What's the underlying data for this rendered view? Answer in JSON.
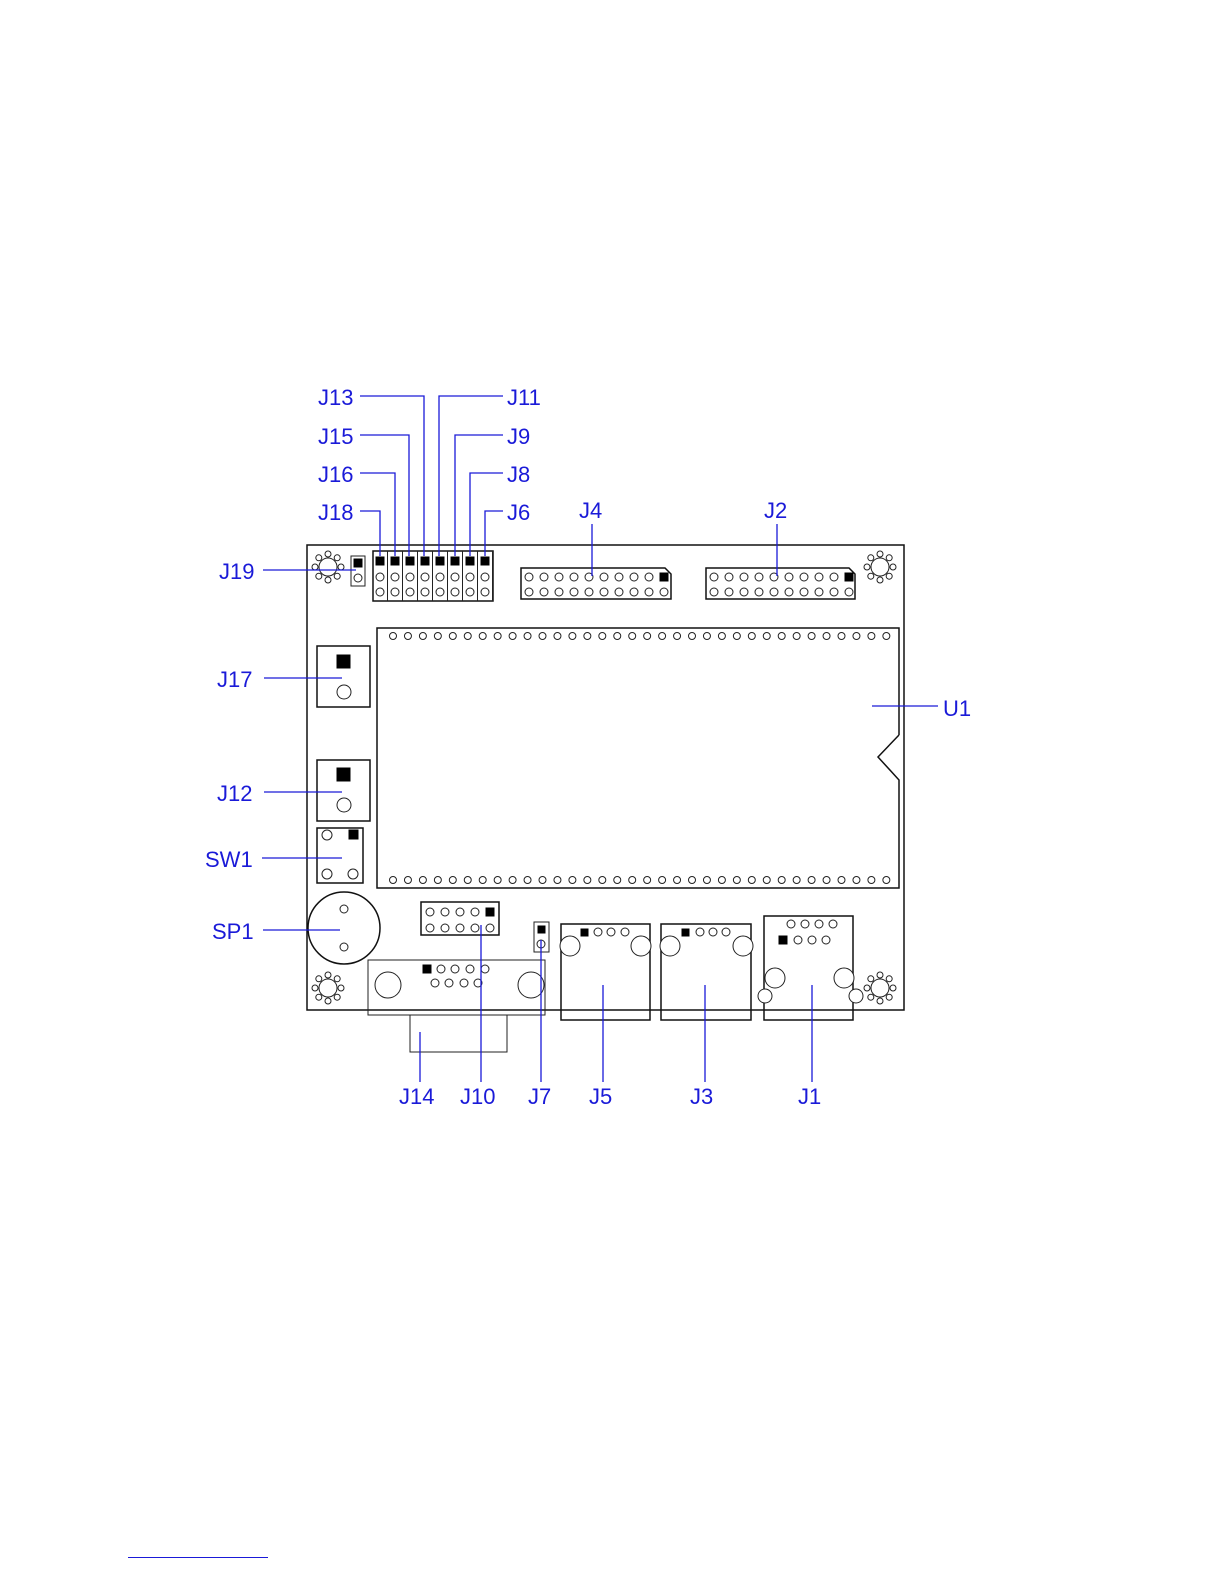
{
  "diagram": {
    "labels": {
      "J13": "J13",
      "J11": "J11",
      "J15": "J15",
      "J9": "J9",
      "J16": "J16",
      "J8": "J8",
      "J18": "J18",
      "J6": "J6",
      "J4": "J4",
      "J2": "J2",
      "J19": "J19",
      "J17": "J17",
      "U1": "U1",
      "J12": "J12",
      "SW1": "SW1",
      "SP1": "SP1",
      "J14": "J14",
      "J10": "J10",
      "J7": "J7",
      "J5": "J5",
      "J3": "J3",
      "J1": "J1"
    }
  },
  "colors": {
    "label": "#1a1ad8",
    "outline": "#111111"
  }
}
